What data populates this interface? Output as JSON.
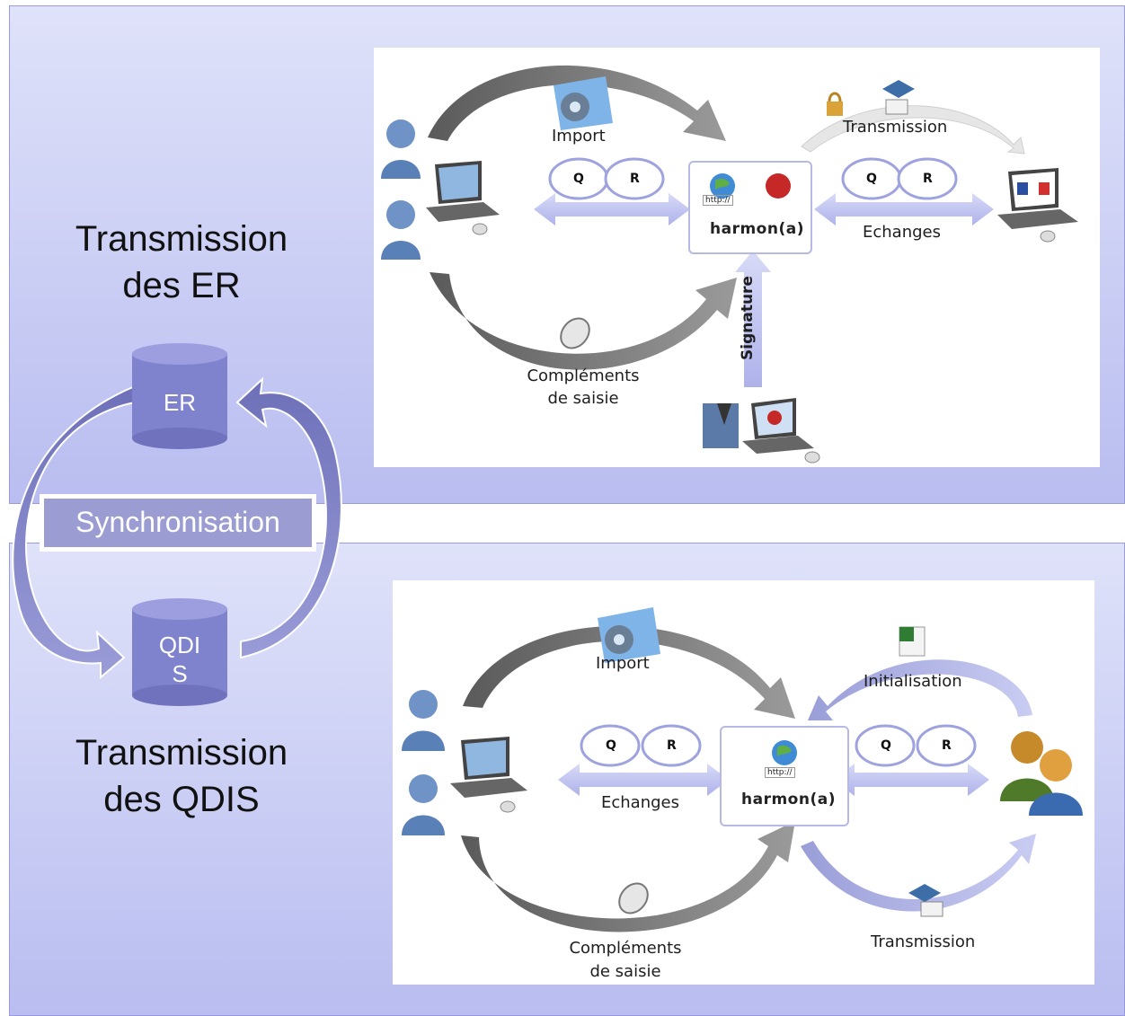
{
  "left": {
    "top_label_line1": "Transmission",
    "top_label_line2": "des ER",
    "bottom_label_line1": "Transmission",
    "bottom_label_line2": "des QDIS",
    "cylinder_top": "ER",
    "cylinder_bottom_line1": "QDI",
    "cylinder_bottom_line2": "S",
    "sync_label": "Synchronisation"
  },
  "top_diagram": {
    "import_label": "Import",
    "transmission_label": "Transmission",
    "q_label": "Q",
    "r_label": "R",
    "echanges_label": "Echanges",
    "signature_label": "Signature",
    "complements_line1": "Compléments",
    "complements_line2": "de saisie",
    "harmonia_label": "harmon(a)",
    "http_label": "http://"
  },
  "bottom_diagram": {
    "import_label": "Import",
    "initialisation_label": "Initialisation",
    "q_label": "Q",
    "r_label": "R",
    "echanges_label": "Echanges",
    "complements_line1": "Compléments",
    "complements_line2": "de saisie",
    "transmission_label": "Transmission",
    "harmonia_label": "harmon(a)",
    "http_label": "http://"
  },
  "colors": {
    "panel_top": "#dfe2f9",
    "panel_bottom": "#b9bdf0",
    "cylinder": "#7f82cc",
    "sync_bg": "#9a9cd2",
    "arrow_light": "#c9cbf2"
  }
}
